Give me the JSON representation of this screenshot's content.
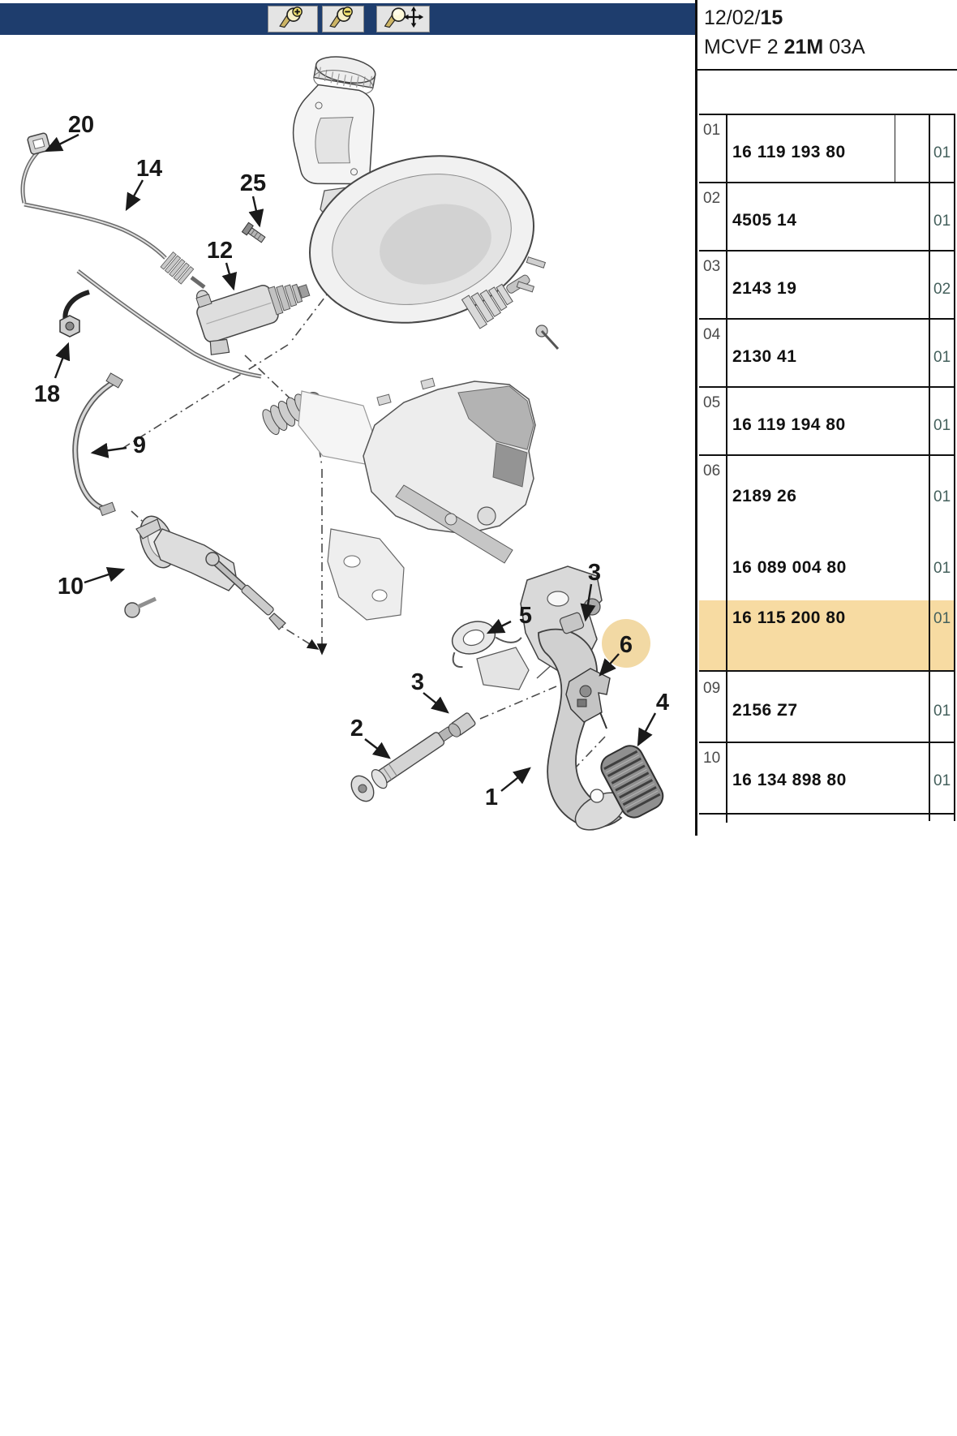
{
  "toolbar": {
    "bg_color": "#1e3d6d",
    "buttons": [
      {
        "icon": "zoom-in-icon"
      },
      {
        "icon": "zoom-out-icon"
      },
      {
        "icon": "zoom-pan-icon"
      }
    ]
  },
  "header": {
    "date_prefix": "12/02/",
    "date_bold": "15",
    "code_prefix": "MCVF 2 ",
    "code_bold": "21M",
    "code_suffix": " 03A"
  },
  "table": {
    "highlight_color": "#F7DBA2",
    "rows": [
      {
        "index": "01",
        "parts": [
          {
            "ref": "16 119 193 80",
            "qty": "01"
          }
        ]
      },
      {
        "index": "02",
        "parts": [
          {
            "ref": "4505 14",
            "qty": "01"
          }
        ]
      },
      {
        "index": "03",
        "parts": [
          {
            "ref": "2143 19",
            "qty": "02"
          }
        ]
      },
      {
        "index": "04",
        "parts": [
          {
            "ref": "2130 41",
            "qty": "01"
          }
        ]
      },
      {
        "index": "05",
        "parts": [
          {
            "ref": "16 119 194 80",
            "qty": "01"
          }
        ]
      },
      {
        "index": "06",
        "parts": [
          {
            "ref": "2189 26",
            "qty": "01"
          },
          {
            "ref": "16 089 004 80",
            "qty": "01"
          },
          {
            "ref": "16 115 200 80",
            "qty": "01",
            "highlighted": true
          }
        ]
      },
      {
        "index": "09",
        "parts": [
          {
            "ref": "2156 Z7",
            "qty": "01"
          }
        ]
      },
      {
        "index": "10",
        "parts": [
          {
            "ref": "16 134 898 80",
            "qty": "01"
          }
        ]
      }
    ]
  },
  "diagram": {
    "highlight_color": "#F2D9A4",
    "callouts": [
      "20",
      "14",
      "25",
      "12",
      "18",
      "9",
      "10",
      "3",
      "5",
      "6",
      "3",
      "2",
      "1",
      "4"
    ]
  }
}
